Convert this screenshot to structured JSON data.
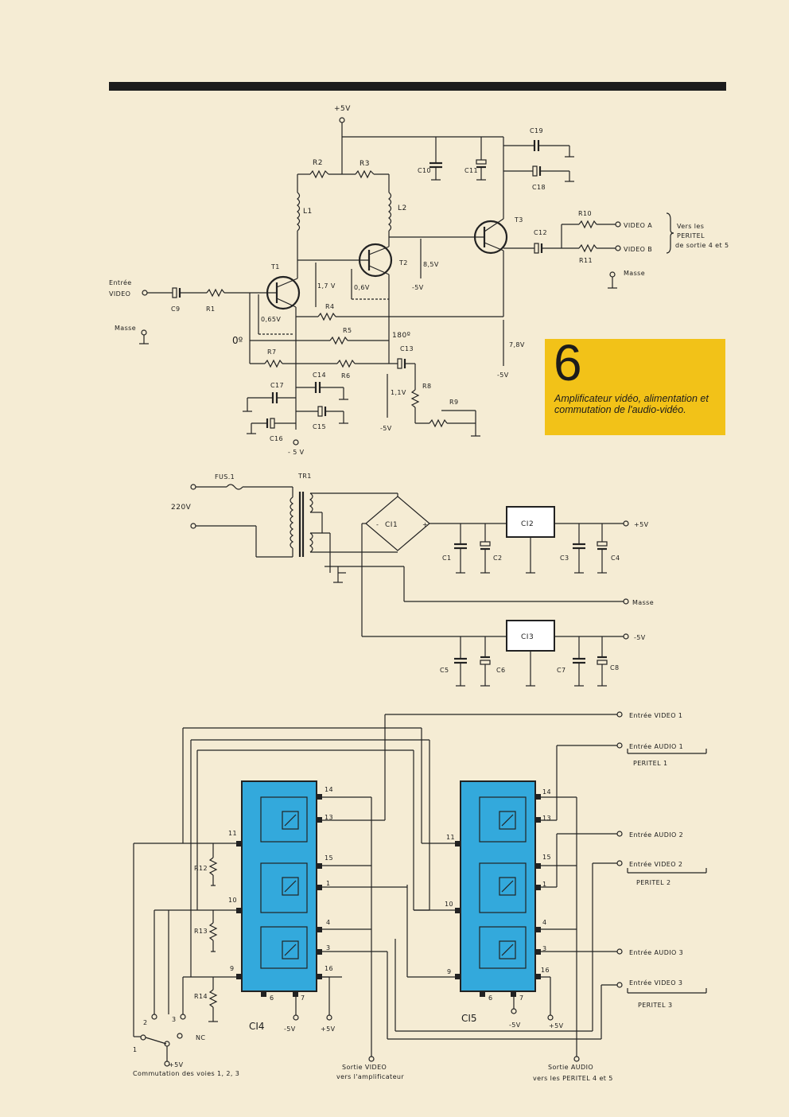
{
  "figure": {
    "number": "6",
    "caption": "Amplificateur vidéo, alimentation et commutation de l'audio-vidéo."
  },
  "amplifier": {
    "supply_plus": "+5V",
    "transistors": [
      "T1",
      "T2",
      "T3"
    ],
    "resistors": [
      "R1",
      "R2",
      "R3",
      "R4",
      "R5",
      "R6",
      "R7",
      "R8",
      "R9",
      "R10",
      "R11"
    ],
    "inductors": [
      "L1",
      "L2"
    ],
    "capacitors": [
      "C9",
      "C10",
      "C11",
      "C12",
      "C13",
      "C14",
      "C15",
      "C16",
      "C17",
      "C18",
      "C19"
    ],
    "input_label_1": "Entrée",
    "input_label_2": "VIDEO",
    "masse_label": "Masse",
    "output_a": "VIDEO A",
    "output_b": "VIDEO B",
    "outputs_note": [
      "Vers les",
      "PERITEL",
      "de sortie 4 et 5"
    ],
    "voltages": {
      "v_065": "0,65V",
      "v_17": "1,7 V",
      "v_06": "0,6V",
      "v_85": "8,5V",
      "v_78": "7,8V",
      "v_11": "1,1V",
      "minus5": "-5V",
      "minus5b": "- 5 V"
    },
    "phase_0": "0º",
    "phase_180": "180º"
  },
  "power": {
    "fuse": "FUS.1",
    "transformer": "TR1",
    "mains": "220V",
    "bridge": "CI1",
    "bridge_minus": "-",
    "bridge_plus": "+",
    "reg_pos": "CI2",
    "reg_neg": "CI3",
    "out_pos": "+5V",
    "out_neg": "-5V",
    "out_gnd": "Masse",
    "caps": [
      "C1",
      "C2",
      "C3",
      "C4",
      "C5",
      "C6",
      "C7",
      "C8"
    ]
  },
  "switching": {
    "chip_left": "CI4",
    "chip_right": "CI5",
    "pins": [
      "14",
      "13",
      "15",
      "1",
      "4",
      "3",
      "16",
      "11",
      "10",
      "9",
      "6",
      "7"
    ],
    "resistors": [
      "R12",
      "R13",
      "R14"
    ],
    "supply_neg": "-5V",
    "supply_pos": "+5V",
    "switch_positions": [
      "1",
      "2",
      "3"
    ],
    "switch_nc": "NC",
    "inputs": [
      {
        "label": "Entrée VIDEO 1"
      },
      {
        "label": "Entrée AUDIO 1"
      },
      {
        "label": "Entrée AUDIO 2"
      },
      {
        "label": "Entrée VIDEO 2"
      },
      {
        "label": "Entrée AUDIO 3"
      },
      {
        "label": "Entrée VIDEO 3"
      }
    ],
    "peritel": [
      "PERITEL 1",
      "PERITEL 2",
      "PERITEL 3"
    ],
    "commutation_label": "Commutation des voies 1, 2, 3",
    "out_video_1": "Sortie VIDEO",
    "out_video_2": "vers l'amplificateur",
    "out_audio_1": "Sortie AUDIO",
    "out_audio_2": "vers les PERITEL 4 et 5"
  }
}
